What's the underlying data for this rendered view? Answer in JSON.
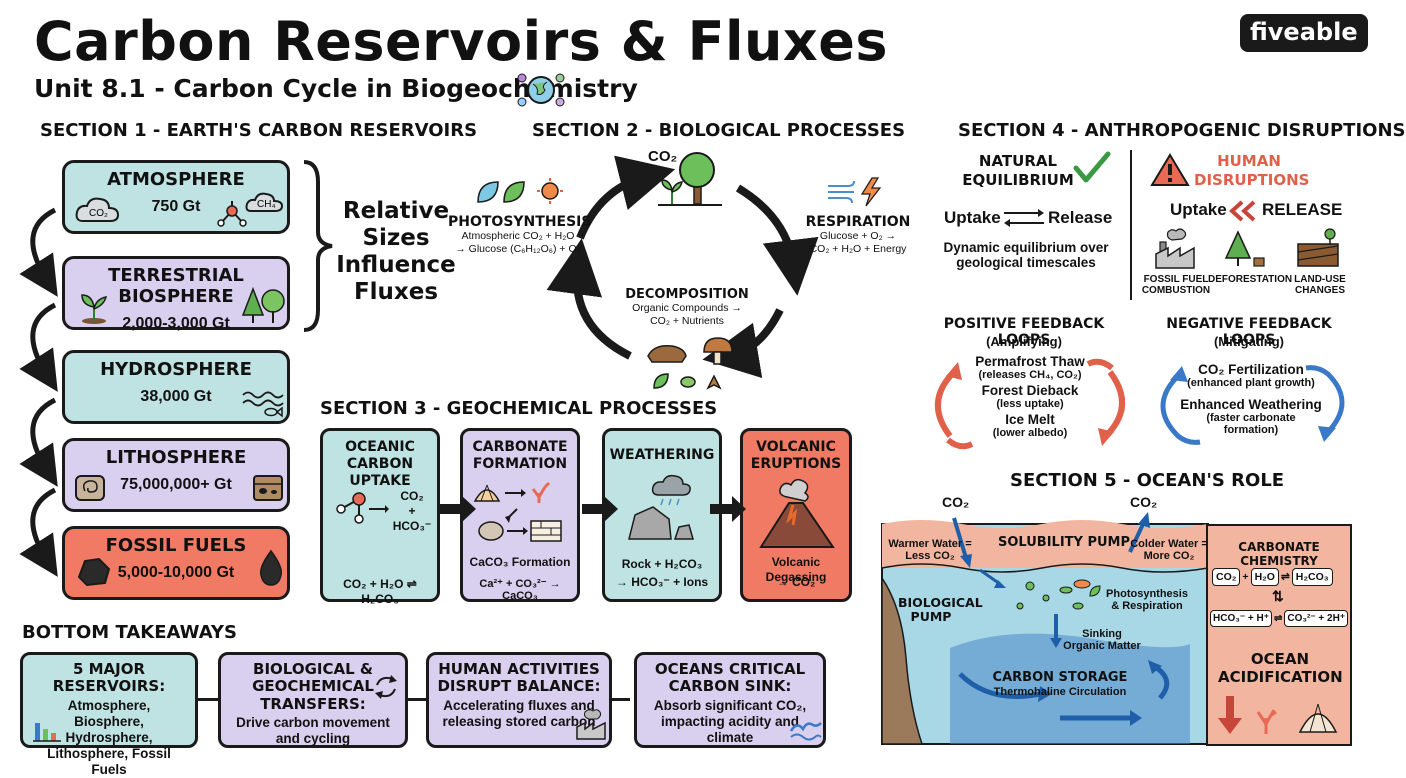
{
  "header": {
    "title": "Carbon Reservoirs & Fluxes",
    "subtitle": "Unit 8.1 - Carbon Cycle in Biogeochemistry",
    "logo": "fiveable"
  },
  "section1": {
    "title": "SECTION 1 - EARTH'S CARBON RESERVOIRS",
    "reservoirs": [
      {
        "name": "ATMOSPHERE",
        "value": "750 Gt",
        "icon_labels": [
          "CO₂",
          "CH₄"
        ]
      },
      {
        "name": "TERRESTRIAL BIOSPHERE",
        "value": "2,000-3,000 Gt"
      },
      {
        "name": "HYDROSPHERE",
        "value": "38,000 Gt"
      },
      {
        "name": "LITHOSPHERE",
        "value": "75,000,000+ Gt"
      },
      {
        "name": "FOSSIL FUELS",
        "value": "5,000-10,000 Gt"
      }
    ],
    "brace_note": [
      "Relative",
      "Sizes",
      "Influence",
      "Fluxes"
    ]
  },
  "section2": {
    "title": "SECTION 2 - BIOLOGICAL PROCESSES",
    "co2_label": "CO₂",
    "photosynthesis": {
      "name": "PHOTOSYNTHESIS",
      "line1": "Atmospheric CO₂ + H₂O",
      "line2": "→ Glucose (C₆H₁₂O₆) + O₂"
    },
    "respiration": {
      "name": "RESPIRATION",
      "line1": "Glucose + O₂ →",
      "line2": "CO₂ + H₂O + Energy"
    },
    "decomposition": {
      "name": "DECOMPOSITION",
      "line1": "Organic Compounds →",
      "line2": "CO₂ + Nutrients"
    }
  },
  "section3": {
    "title": "SECTION 3 - GEOCHEMICAL PROCESSES",
    "boxes": [
      {
        "title": "OCEANIC CARBON UPTAKE",
        "labels": [
          "CO₂",
          "+",
          "HCO₃⁻"
        ],
        "formula": "CO₂ + H₂O ⇌ H₂CO₃"
      },
      {
        "title": "CARBONATE FORMATION",
        "caption": "CaCO₃ Formation",
        "formula": "Ca²⁺ + CO₃²⁻ → CaCO₃"
      },
      {
        "title": "WEATHERING",
        "line1": "Rock + H₂CO₃",
        "line2": "→ HCO₃⁻ + Ions"
      },
      {
        "title": "VOLCANIC ERUPTIONS",
        "line1": "Volcanic Degassing",
        "line2": "→ CO₂"
      }
    ]
  },
  "section4": {
    "title": "SECTION 4 - ANTHROPOGENIC DISRUPTIONS",
    "natural": {
      "title": "NATURAL EQUILIBRIUM",
      "uptake": "Uptake",
      "release": "Release",
      "desc1": "Dynamic equilibrium over",
      "desc2": "geological timescales"
    },
    "human": {
      "title": "HUMAN DISRUPTIONS",
      "uptake": "Uptake",
      "release": "RELEASE",
      "items": [
        {
          "label": "FOSSIL FUEL COMBUSTION"
        },
        {
          "label": "DEFORESTATION"
        },
        {
          "label": "LAND-USE CHANGES"
        }
      ]
    },
    "positive": {
      "title": "POSITIVE FEEDBACK LOOPS",
      "sub": "(Amplifying)",
      "items": [
        {
          "name": "Permafrost Thaw",
          "note": "(releases CH₄, CO₂)"
        },
        {
          "name": "Forest Dieback",
          "note": "(less uptake)"
        },
        {
          "name": "Ice Melt",
          "note": "(lower albedo)"
        }
      ]
    },
    "negative": {
      "title": "NEGATIVE FEEDBACK LOOPS",
      "sub": "(Mitigating)",
      "items": [
        {
          "name": "CO₂ Fertilization",
          "note": "(enhanced plant growth)"
        },
        {
          "name": "Enhanced Weathering",
          "note": "(faster carbonate formation)"
        }
      ]
    }
  },
  "section5": {
    "title": "SECTION 5 - OCEAN'S ROLE",
    "co2_in": "CO₂",
    "co2_out": "CO₂",
    "warm": "Warmer Water = Less CO₂",
    "cold": "Colder Water = More CO₂",
    "solubility": "SOLUBILITY PUMP",
    "biological": "BIOLOGICAL PUMP",
    "photo": "Photosynthesis & Respiration",
    "sinking": "Sinking Organic Matter",
    "storage": "CARBON STORAGE",
    "thermo": "Thermohaline Circulation",
    "chem_title": "CARBONATE CHEMISTRY",
    "chem_row1": [
      "CO₂",
      "+",
      "H₂O",
      "⇌",
      "H₂CO₃"
    ],
    "chem_row2": [
      "HCO₃⁻ + H⁺",
      "⇌",
      "CO₃²⁻ + 2H⁺"
    ],
    "acid": "OCEAN ACIDIFICATION"
  },
  "takeaways": {
    "title": "BOTTOM TAKEAWAYS",
    "items": [
      {
        "title": "5 MAJOR RESERVOIRS:",
        "body": "Atmosphere, Biosphere, Hydrosphere, Lithosphere, Fossil Fuels"
      },
      {
        "title": "BIOLOGICAL & GEOCHEMICAL TRANSFERS:",
        "body": "Drive carbon movement and cycling"
      },
      {
        "title": "HUMAN ACTIVITIES DISRUPT BALANCE:",
        "body": "Accelerating fluxes and releasing stored carbon"
      },
      {
        "title": "OCEANS CRITICAL CARBON SINK:",
        "body": "Absorb significant CO₂, impacting acidity and climate"
      }
    ]
  },
  "colors": {
    "teal": "#bfe3e2",
    "lavender": "#d9cfee",
    "red": "#f07a63",
    "ink": "#1a1a1a",
    "ocean": "#9fd3e3"
  }
}
